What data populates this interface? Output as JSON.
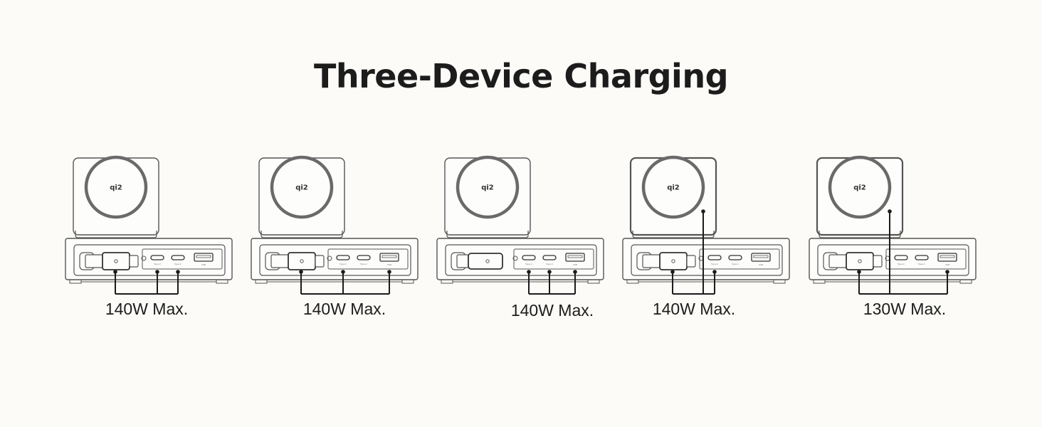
{
  "title": "Three-Device Charging",
  "colors": {
    "background": "#fcfbf7",
    "outline": "#555555",
    "ring": "#6a6a6a",
    "wire": "#1c1c1c",
    "text": "#1c1c1c"
  },
  "units": [
    {
      "power_label": "140W Max.",
      "active_ports": [
        "cable",
        "usb-c-1",
        "usb-c-2"
      ],
      "cable_attached": true,
      "pad_highlighted": false
    },
    {
      "power_label": "140W Max.",
      "active_ports": [
        "cable",
        "usb-c-1",
        "usb-a"
      ],
      "cable_attached": true,
      "pad_highlighted": false
    },
    {
      "power_label": "140W Max.",
      "active_ports": [
        "usb-c-1",
        "usb-c-2",
        "usb-a"
      ],
      "cable_attached": false,
      "pad_highlighted": false
    },
    {
      "power_label": "140W Max.",
      "active_ports": [
        "cable",
        "wireless-pad",
        "usb-c-1"
      ],
      "cable_attached": true,
      "pad_highlighted": true
    },
    {
      "power_label": "130W Max.",
      "active_ports": [
        "cable",
        "wireless-pad",
        "usb-a"
      ],
      "cable_attached": true,
      "pad_highlighted": true
    }
  ],
  "icons": {
    "wireless_logo": "qi2",
    "port_labels": [
      "Type-C",
      "Type-C",
      "USB"
    ]
  }
}
